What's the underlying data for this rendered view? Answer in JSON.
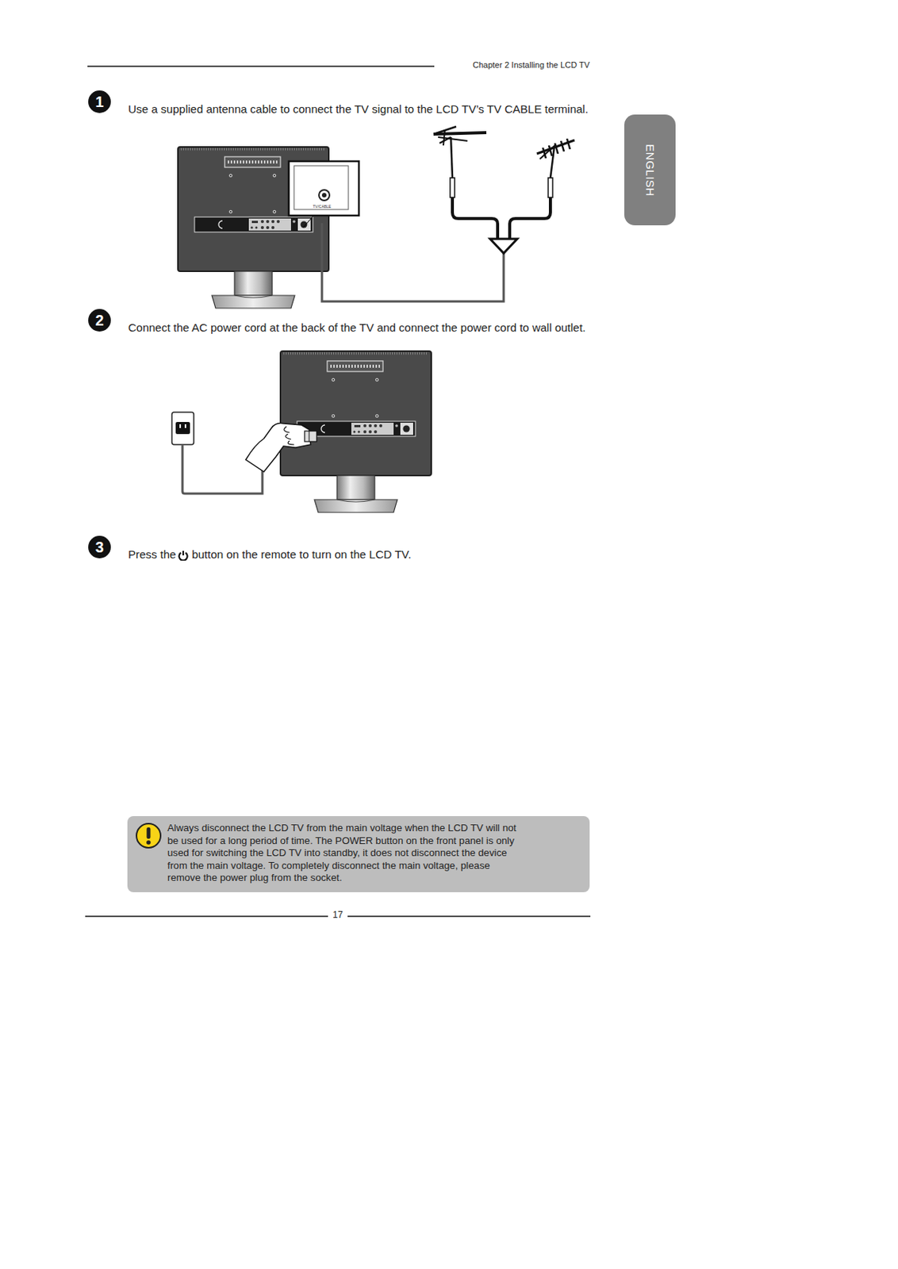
{
  "diagram": {
    "nodes": [
      {
        "text": [
          "ENGLISH"
        ]
      },
      {
        "text": [
          "Always disconnect the LCD TV from the main voltage when the LCD TV will not be used for a long period of time. The POWER button on the front panel is only used for switching the LCD TV into standby, it does not disconnect the device from the main voltage. To completely disconnect the main voltage, please remove the power plug from the socket."
        ]
      }
    ],
    "labels": [
      "Chapter 2 Installing the LCD TV",
      "1",
      "Use a supplied antenna cable to connect the TV signal to the LCD TV’s TV CABLE terminal.",
      "TV/CABLE",
      "2",
      "Connect the AC power cord at the back of the TV and connect the power cord to wall outlet.",
      "3",
      "Press the",
      "button on the remote to turn on the LCD TV.",
      "17"
    ]
  }
}
